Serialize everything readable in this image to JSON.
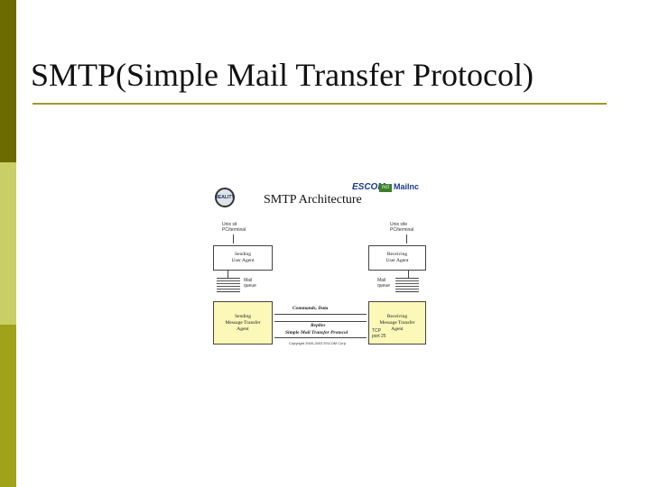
{
  "slide": {
    "title": "SMTP(Simple Mail Transfer Protocol)"
  },
  "figure": {
    "logo_text": "REALITY",
    "title": "SMTP Architecture",
    "brand_1": "ESCOM",
    "brand_2": "ncl",
    "brand_3": "Mailnc",
    "left_terminal": "Unix sit\nPC/terminal",
    "right_terminal": "Unix site\nPC/terminal",
    "sending_ua": "Sending\nUser Agent",
    "receiving_ua": "Receiving\nUser Agent",
    "left_queue_label": "Mail\nqueue",
    "right_queue_label": "Mail\nqueue",
    "sending_mta": "Sending\nMessage Transfer\nAgent",
    "receiving_mta": "Receiving\nMessage Transfer\nAgent",
    "commands_label": "Commands, Data",
    "replies_label": "Replies",
    "protocol_label": "Simple Mail Transfer Protocol",
    "port_label": "TCP\nport 25",
    "copyright": "Copyright 2000-2003 ESCOM Corp"
  },
  "colors": {
    "stripe_dark": "#6b6b00",
    "stripe_light": "#c9cf66",
    "stripe_mid": "#a0a21a",
    "rule": "#a09a2a",
    "agent_fill": "#fbf8b8"
  }
}
